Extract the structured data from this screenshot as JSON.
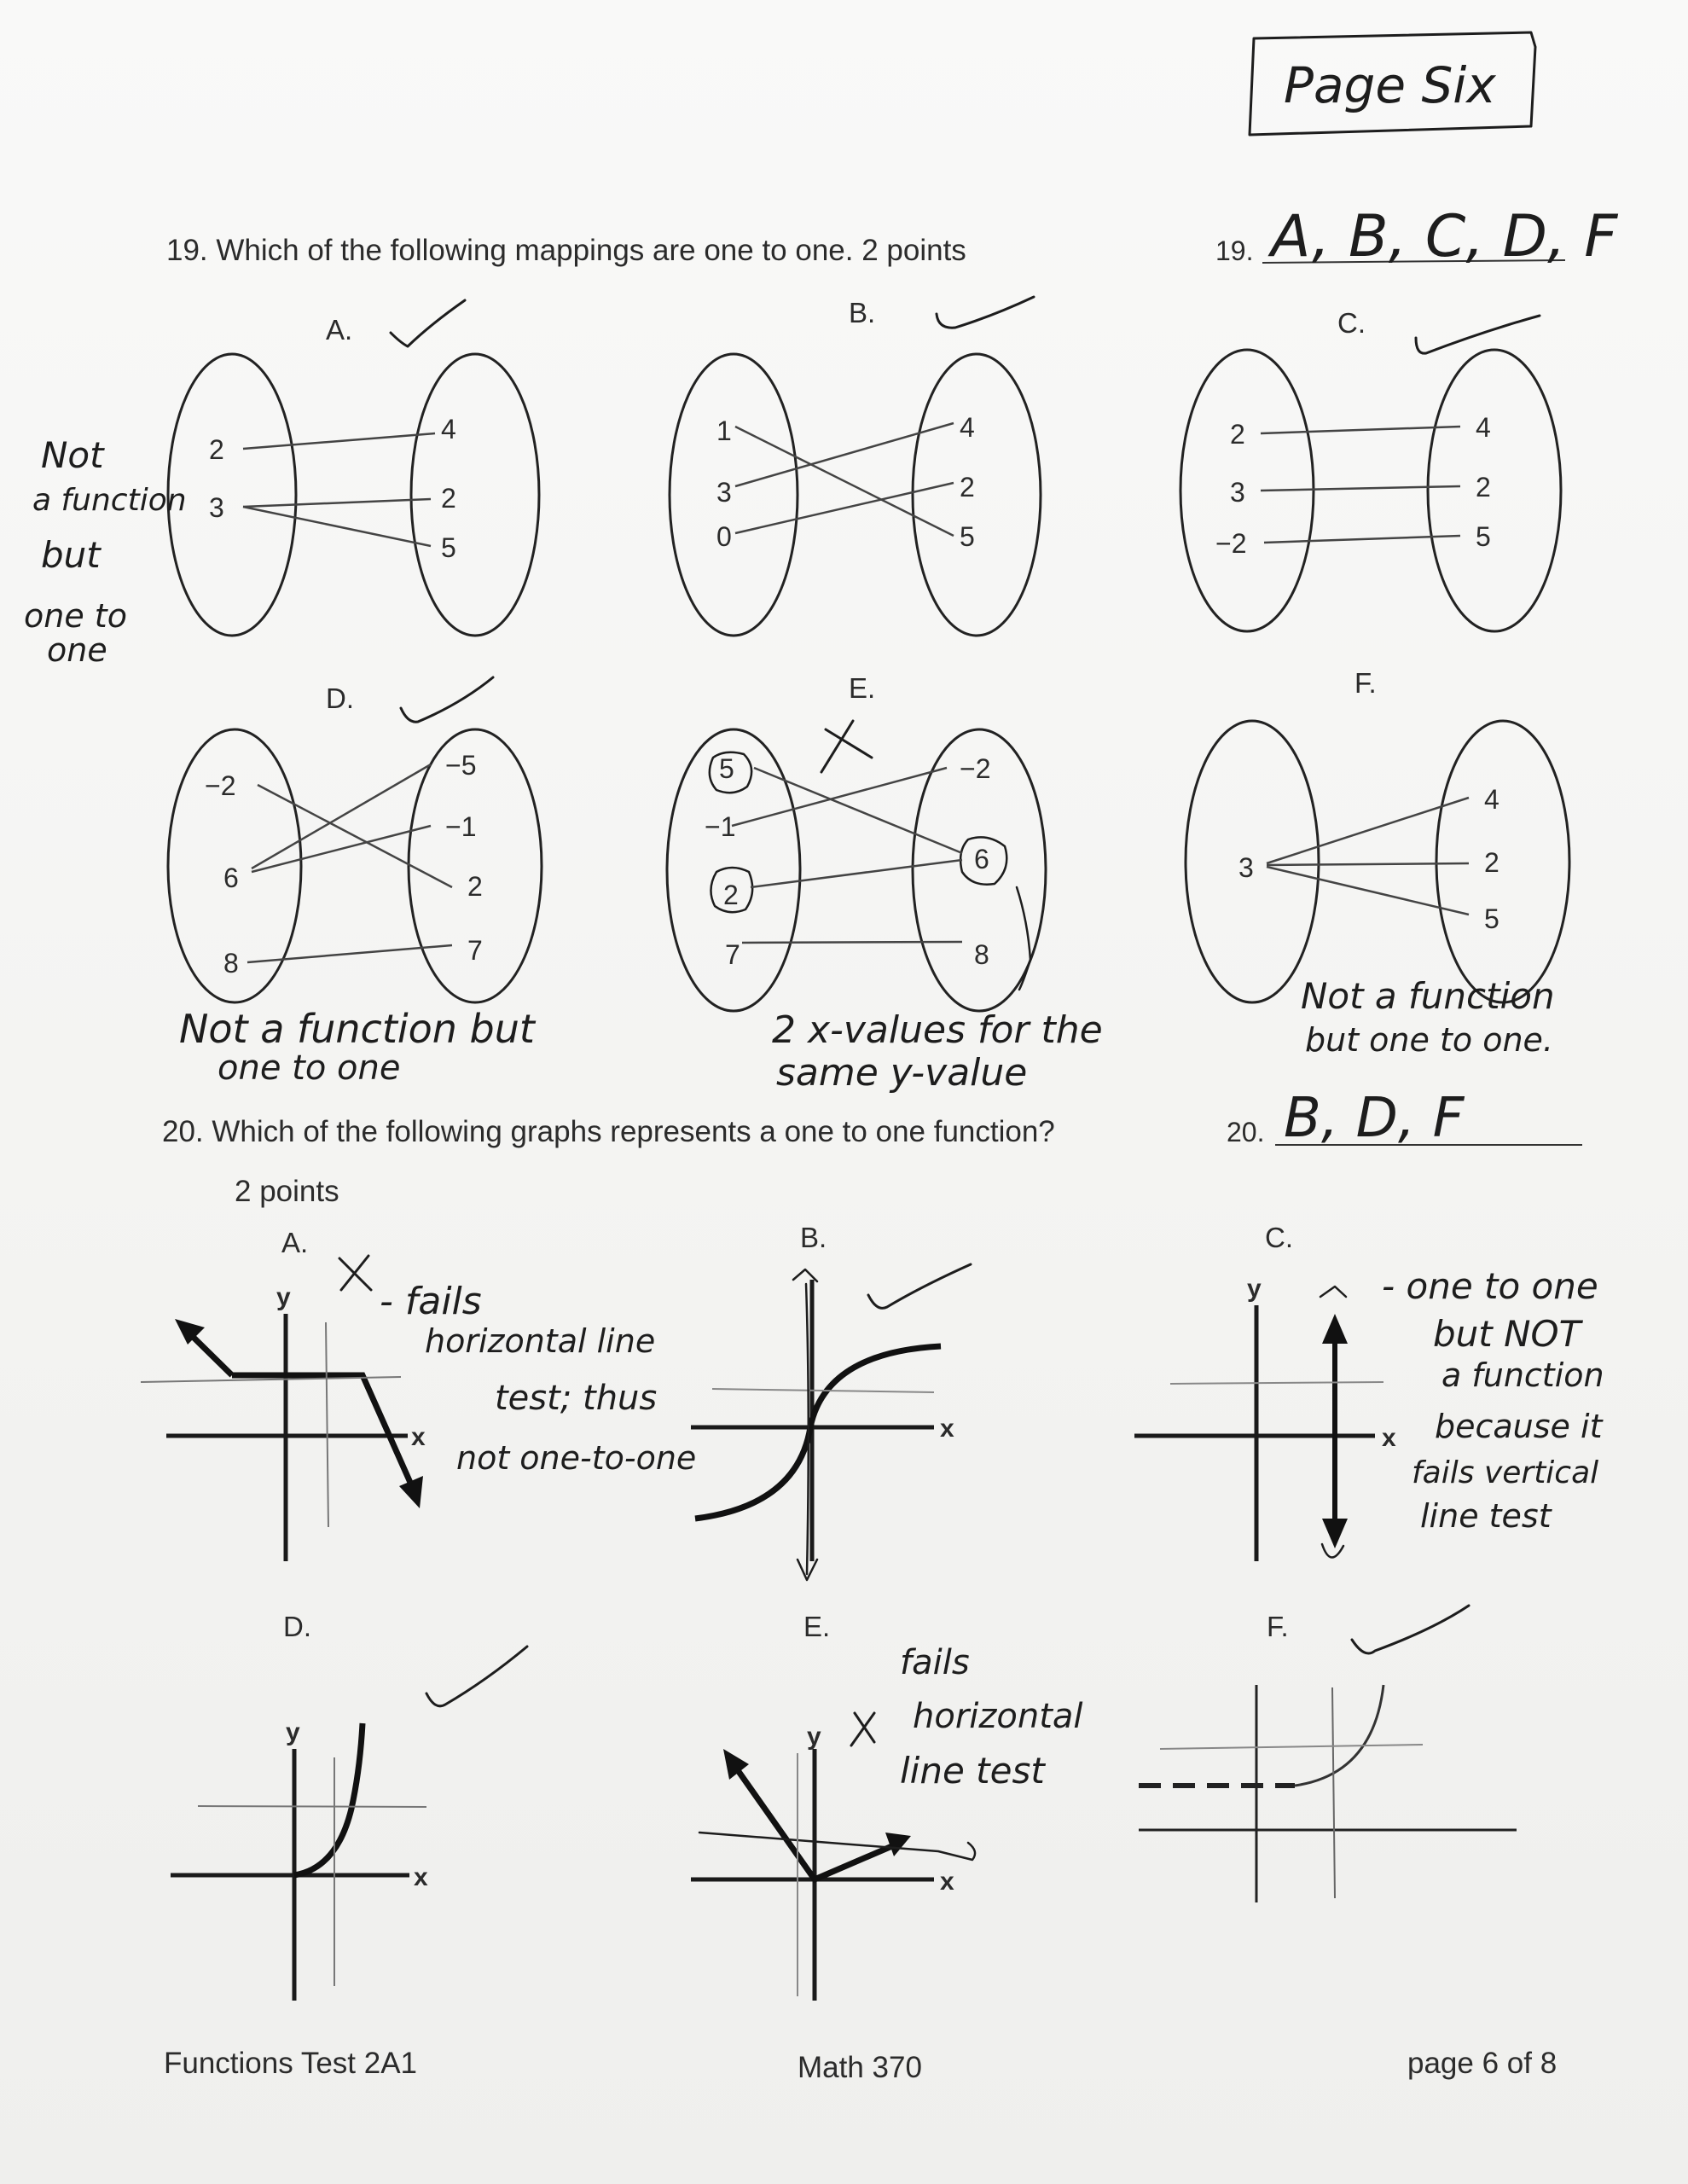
{
  "header": {
    "page_box": "Page Six"
  },
  "q19": {
    "prompt": "19. Which of the following mappings are one to one.  2 points",
    "answer_label": "19.",
    "answer": "A, B, C, D, F",
    "note_left": [
      "Not",
      "a function",
      "but",
      "one to",
      "one"
    ],
    "maps": [
      {
        "label": "A.",
        "left": [
          "2",
          "3"
        ],
        "right": [
          "4",
          "2",
          "5"
        ]
      },
      {
        "label": "B.",
        "left": [
          "1",
          "3",
          "0"
        ],
        "right": [
          "4",
          "2",
          "5"
        ]
      },
      {
        "label": "C.",
        "left": [
          "2",
          "3",
          "−2"
        ],
        "right": [
          "4",
          "2",
          "5"
        ]
      },
      {
        "label": "D.",
        "left": [
          "−2",
          "6",
          "8"
        ],
        "right": [
          "−5",
          "−1",
          "2",
          "7"
        ]
      },
      {
        "label": "E.",
        "left": [
          "5",
          "−1",
          "2",
          "7"
        ],
        "right": [
          "−2",
          "6",
          "8"
        ]
      },
      {
        "label": "F.",
        "left": [
          "3"
        ],
        "right": [
          "4",
          "2",
          "5"
        ]
      }
    ],
    "note_d": [
      "Not a function but",
      "one to one"
    ],
    "note_e": [
      "2 x-values for the",
      "same y-value"
    ],
    "note_f": [
      "Not a function",
      "but one to one."
    ]
  },
  "q20": {
    "prompt": "20. Which of the following graphs represents a one to one function?",
    "points": "2 points",
    "answer_label": "20.",
    "answer": "B, D, F",
    "graphs": [
      {
        "label": "A."
      },
      {
        "label": "B."
      },
      {
        "label": "C."
      },
      {
        "label": "D."
      },
      {
        "label": "E."
      },
      {
        "label": "F."
      }
    ],
    "axis_x": "x",
    "axis_y": "y",
    "note_a": [
      "- fails",
      "horizontal line",
      "test; thus",
      "not one-to-one"
    ],
    "note_c": [
      "- one to one",
      "but NOT",
      "a function",
      "because it",
      "fails vertical",
      "line test"
    ],
    "note_e": [
      "fails",
      "horizontal",
      "line test"
    ]
  },
  "footer": {
    "left": "Functions Test 2A1",
    "center": "Math 370",
    "right": "page 6 of  8"
  }
}
